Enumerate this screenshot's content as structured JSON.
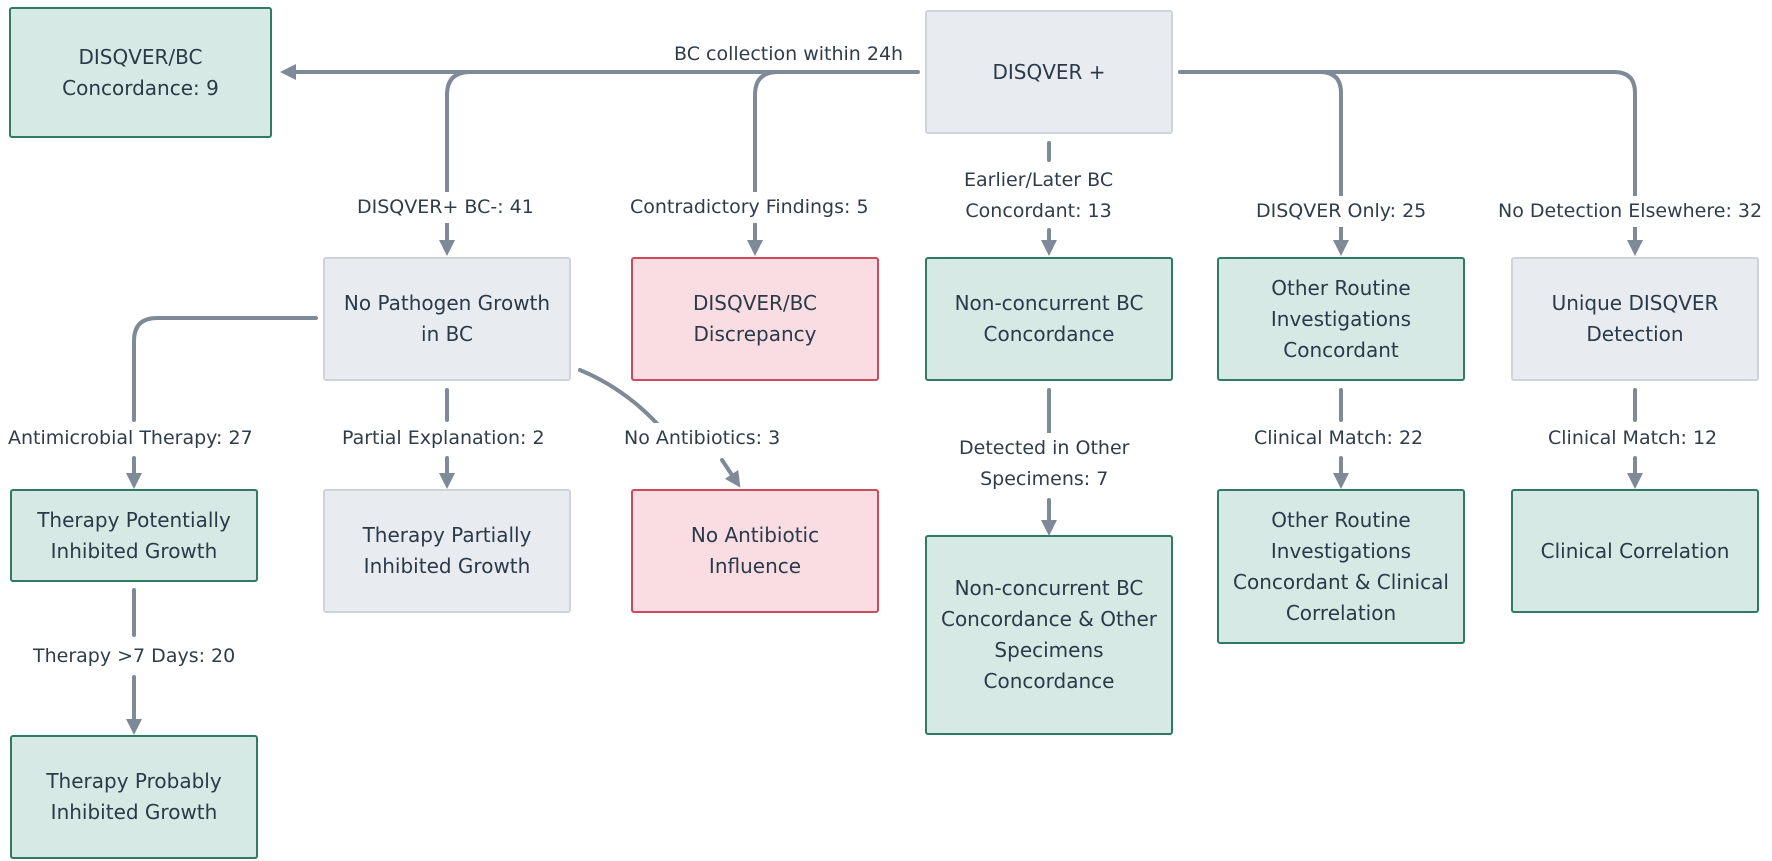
{
  "colors": {
    "edge": "#7e8a97",
    "gray": "#e8ecf0",
    "green": "#d6e9e4",
    "red": "#f9dde2"
  },
  "nodes": {
    "disqver_bc_concordance": "DISQVER/BC\nConcordance: 9",
    "disqver_plus": "DISQVER +",
    "no_pathogen_growth": "No Pathogen Growth\nin BC",
    "disqver_bc_discrepancy": "DISQVER/BC\nDiscrepancy",
    "non_concurrent_bc": "Non-concurrent BC\nConcordance",
    "other_routine": "Other Routine\nInvestigations\nConcordant",
    "unique_disqver": "Unique DISQVER\nDetection",
    "therapy_potentially": "Therapy Potentially\nInhibited Growth",
    "therapy_partially": "Therapy Partially\nInhibited Growth",
    "no_antibiotic": "No Antibiotic\nInfluence",
    "non_concurrent_other": "Non-concurrent BC\nConcordance & Other\nSpecimens\nConcordance",
    "other_routine_clinical": "Other Routine\nInvestigations\nConcordant & Clinical\nCorrelation",
    "clinical_correlation": "Clinical Correlation",
    "therapy_probably": "Therapy Probably\nInhibited Growth"
  },
  "edges": {
    "bc_collection": "BC collection within 24h",
    "disqver_plus_bc_minus": "DISQVER+ BC-: 41",
    "contradictory": "Contradictory Findings: 5",
    "earlier_later": "Earlier/Later BC\nConcordant: 13",
    "disqver_only": "DISQVER Only: 25",
    "no_detection": "No Detection Elsewhere: 32",
    "antimicrobial": "Antimicrobial Therapy: 27",
    "partial_explanation": "Partial Explanation: 2",
    "no_antibiotics": "No Antibiotics: 3",
    "detected_other": "Detected in Other\nSpecimens: 7",
    "clinical_match_22": "Clinical Match: 22",
    "clinical_match_12": "Clinical Match: 12",
    "therapy_7_days": "Therapy >7 Days: 20"
  }
}
